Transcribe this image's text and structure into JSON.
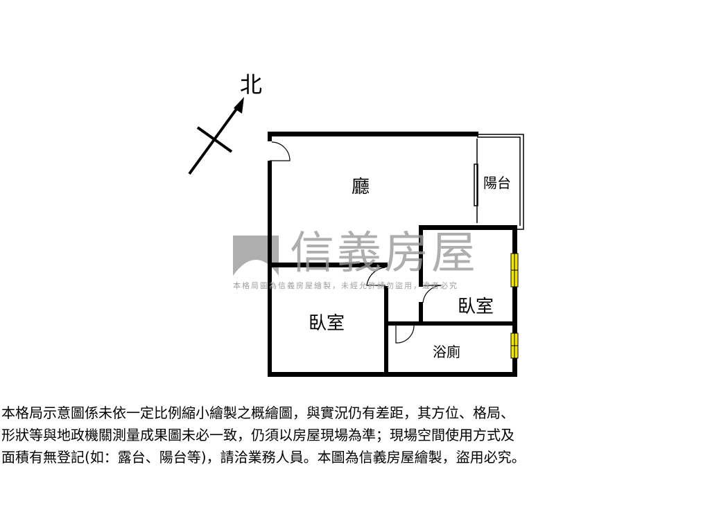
{
  "compass": {
    "label": "北",
    "icon": "north-arrow-icon"
  },
  "watermark": {
    "brand": "信義房屋",
    "notice": "本格局圖為信義房屋繪製，未經允許請勿盜用，違者必究"
  },
  "rooms": {
    "living": "廳",
    "balcony": "陽台",
    "bedroom_right": "臥室",
    "bedroom_left": "臥室",
    "bathroom": "浴廁"
  },
  "disclaimer": {
    "lines": [
      "本格局示意圖係未依一定比例縮小繪製之概繪圖，與實況仍有差距，其方位、格局、",
      "形狀等與地政機關測量成果圖未必一致，仍須以房屋現場為準；現場空間使用方式及",
      "面積有無登記(如：露台、陽台等)，請洽業務人員。本圖為信義房屋繪製，盜用必究。"
    ]
  },
  "colors": {
    "wall": "#000000",
    "window": "#f2e600",
    "watermark": "#9a9a9a"
  }
}
